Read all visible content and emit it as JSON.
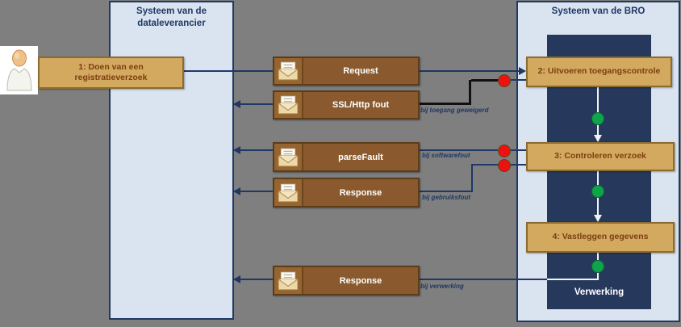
{
  "left_panel": {
    "title": "Systeem van de\ndataleverancier"
  },
  "right_panel": {
    "title": "Systeem van de BRO",
    "inner_label": "Verwerking"
  },
  "steps": {
    "s1": "1: Doen van een registratieverzoek",
    "s2": "2: Uitvoeren toegangscontrole",
    "s3": "3:  Controleren verzoek",
    "s4": "4: Vastleggen gegevens"
  },
  "messages": {
    "request": "Request",
    "ssl_fout": "SSL/Http fout",
    "parse_fault": "parseFault",
    "response_mid": "Response",
    "response_final": "Response"
  },
  "conditions": {
    "toegang": "bij toegang geweigerd",
    "software": "bij softwarefout",
    "gebruik": "bij gebruiksfout",
    "verwerking": "bij verwerking"
  },
  "icons": {
    "actor": "person-icon",
    "message": "envelope-icon"
  },
  "colors": {
    "background": "#7f7f7f",
    "panel_fill": "#dae3f0",
    "navy": "#1f3864",
    "inner_rect": "#26395c",
    "activity_fill": "#d2a95f",
    "activity_text": "#7c3e10",
    "message_fill": "#8a5a2e",
    "error_dot": "#ee1111",
    "ok_dot": "#0fa44a",
    "black_line": "#111111"
  }
}
